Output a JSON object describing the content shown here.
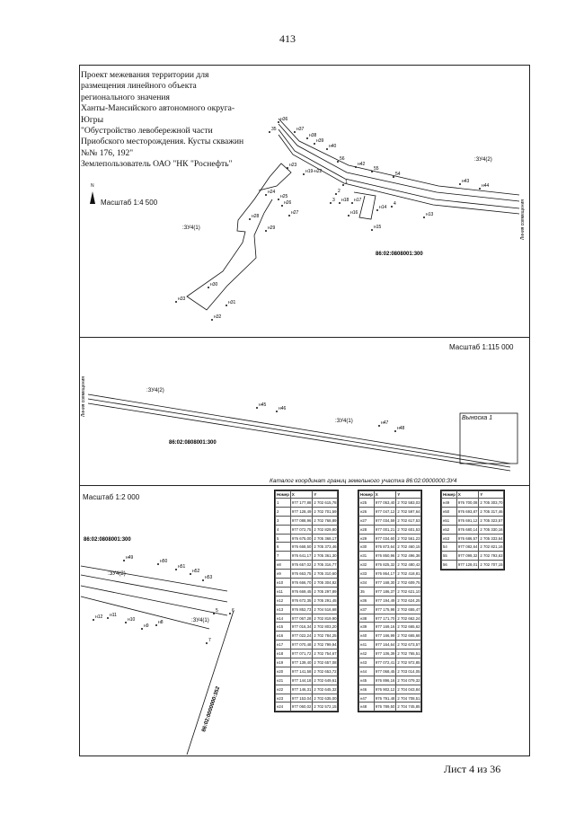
{
  "page_number": "413",
  "title_lines": [
    "Проект межевания территории для",
    "размещения линейного объекта",
    "регионального значения",
    "Ханты-Мансийского автономного округа-",
    "Югры",
    "\"Обустройство левобережной части",
    "Приобского месторождения. Кусты скважин",
    "№№ 176, 192\"",
    "Землепользователь ОАО \"НК \"Роснефть\""
  ],
  "north_label": "N",
  "scales": {
    "top": "Масштаб 1:4 500",
    "middle": "Масштаб 1:115 000",
    "bottom": "Масштаб 1:2 000"
  },
  "map1": {
    "plot_zu4_2": ":ЗУ4(2)",
    "plot_zu4_1": ":ЗУ4(1)",
    "cadastral": "86:02:0808001:300",
    "edge_note": "Линия совмещения",
    "points": [
      "н36",
      "н37",
      "н38",
      "н39",
      "н40",
      "35",
      "н23",
      "н19-н22",
      "56",
      "н42",
      "55",
      "54",
      "н43",
      "н44",
      "н24",
      "н25",
      "н26",
      "н27",
      "н28",
      "н29",
      "1",
      "2",
      "3",
      "н18",
      "н17",
      "н16",
      "н14",
      "4",
      "н15",
      "н13",
      "н30",
      "н31",
      "н32",
      "н33"
    ]
  },
  "map2": {
    "plot_zu4_2": ":ЗУ4(2)",
    "plot_zu4_1": ":ЗУ4(1)",
    "cadastral": "86:02:0808001:300",
    "edge_note": "Линия совмещения",
    "points": [
      "н45",
      "н46",
      "н47",
      "н48"
    ],
    "callout": "Выноска 1"
  },
  "map3": {
    "cadastral_a": "86:02:0808001:300",
    "cadastral_b": "86:02:0000000:352",
    "plot_zu4_2": ":ЗУ4(2)",
    "plot_zu4_1": ":ЗУ4(1)",
    "points": [
      "н49",
      "н50",
      "н51",
      "н52",
      "н53",
      "5",
      "6",
      "н12",
      "н11",
      "н10",
      "н9",
      "н8",
      "7"
    ]
  },
  "catalog_title": "Каталог координат границ земельного участка 86:02:0000000:ЗУ4",
  "table_headers": [
    "Номер",
    "X",
    "Y"
  ],
  "table1": [
    [
      "1",
      "977 177,88",
      "2 702 615,78"
    ],
    [
      "2",
      "977 128,49",
      "2 702 701,59"
    ],
    [
      "3",
      "977 088,96",
      "2 702 768,89"
    ],
    [
      "4",
      "977 072,75",
      "2 702 829,80"
    ],
    [
      "5",
      "976 675,00",
      "2 705 368,17"
    ],
    [
      "6",
      "976 668,50",
      "2 705 373,46"
    ],
    [
      "7",
      "976 641,17",
      "2 705 361,30"
    ],
    [
      "н8",
      "976 657,02",
      "2 705 316,77"
    ],
    [
      "н9",
      "976 663,75",
      "2 705 310,60"
    ],
    [
      "н10",
      "976 666,70",
      "2 705 304,82"
    ],
    [
      "н11",
      "976 669,45",
      "2 705 297,89"
    ],
    [
      "н12",
      "976 672,35",
      "2 705 291,45"
    ],
    [
      "н13",
      "976 852,73",
      "2 704 516,68"
    ],
    [
      "н14",
      "977 067,28",
      "2 702 819,90"
    ],
    [
      "н15",
      "977 016,34",
      "2 702 803,20"
    ],
    [
      "н16",
      "977 022,24",
      "2 702 784,25"
    ],
    [
      "н17",
      "977 070,48",
      "2 702 799,94"
    ],
    [
      "н18",
      "977 071,72",
      "2 702 754,67"
    ],
    [
      "н19",
      "977 139,40",
      "2 702 657,08"
    ],
    [
      "н20",
      "977 141,58",
      "2 702 653,72"
    ],
    [
      "н21",
      "977 144,18",
      "2 702 649,61"
    ],
    [
      "н22",
      "977 146,31",
      "2 702 645,32"
    ],
    [
      "н23",
      "977 153,04",
      "2 702 635,00"
    ],
    [
      "н24",
      "977 060,02",
      "2 702 572,15"
    ]
  ],
  "table2": [
    [
      "н25",
      "977 053,40",
      "2 702 583,03"
    ],
    [
      "н26",
      "977 047,12",
      "2 702 597,64"
    ],
    [
      "н27",
      "977 034,59",
      "2 702 617,53"
    ],
    [
      "н28",
      "977 001,21",
      "2 702 601,53"
    ],
    [
      "н29",
      "977 034,60",
      "2 702 561,23"
    ],
    [
      "н30",
      "976 873,64",
      "2 702 460,15"
    ],
    [
      "н31",
      "976 850,96",
      "2 702 496,38"
    ],
    [
      "н32",
      "976 825,32",
      "2 702 480,42"
    ],
    [
      "н33",
      "976 864,17",
      "2 702 418,81"
    ],
    [
      "н34",
      "977 168,30",
      "2 702 609,75"
    ],
    [
      "35",
      "977 186,37",
      "2 702 621,10"
    ],
    [
      "н36",
      "977 194,49",
      "2 702 624,25"
    ],
    [
      "н37",
      "977 175,98",
      "2 702 655,47"
    ],
    [
      "н38",
      "977 171,70",
      "2 702 662,24"
    ],
    [
      "н39",
      "977 169,16",
      "2 702 665,62"
    ],
    [
      "н40",
      "977 166,99",
      "2 702 665,68"
    ],
    [
      "н41",
      "977 164,64",
      "2 702 673,57"
    ],
    [
      "н42",
      "977 106,39",
      "2 702 765,51"
    ],
    [
      "н43",
      "977 072,41",
      "2 702 972,85"
    ],
    [
      "н44",
      "977 068,45",
      "2 703 014,05"
    ],
    [
      "н45",
      "976 896,16",
      "2 704 079,32"
    ],
    [
      "н46",
      "976 902,12",
      "2 704 043,84"
    ],
    [
      "н47",
      "976 791,48",
      "2 704 708,51"
    ],
    [
      "н48",
      "976 789,50",
      "2 704 745,85"
    ]
  ],
  "table3": [
    [
      "н49",
      "976 700,08",
      "2 705 303,70"
    ],
    [
      "н50",
      "976 693,87",
      "2 705 317,46"
    ],
    [
      "н51",
      "976 691,12",
      "2 705 323,57"
    ],
    [
      "н52",
      "976 680,14",
      "2 705 330,16"
    ],
    [
      "н53",
      "976 686,57",
      "2 705 333,64"
    ],
    [
      "54",
      "977 082,64",
      "2 702 821,16"
    ],
    [
      "55",
      "977 099,32",
      "2 702 793,63"
    ],
    [
      "56",
      "977 128,01",
      "2 702 707,15"
    ]
  ],
  "sheet_label": "Лист 4 из 36"
}
